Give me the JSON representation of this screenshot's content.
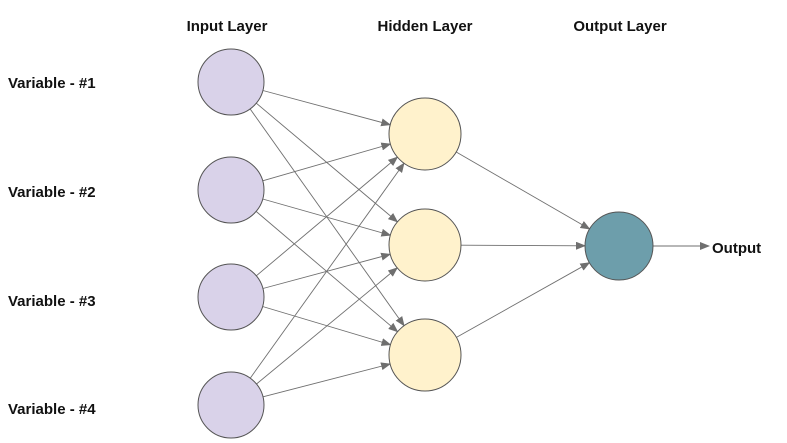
{
  "layers": {
    "input": {
      "title": "Input Layer",
      "color": "#d9d2e9",
      "nodes": [
        {
          "id": "in1",
          "label": "Variable - #1"
        },
        {
          "id": "in2",
          "label": "Variable - #2"
        },
        {
          "id": "in3",
          "label": "Variable - #3"
        },
        {
          "id": "in4",
          "label": "Variable - #4"
        }
      ]
    },
    "hidden": {
      "title": "Hidden Layer",
      "color": "#fff2cc",
      "nodes": [
        {
          "id": "h1"
        },
        {
          "id": "h2"
        },
        {
          "id": "h3"
        }
      ]
    },
    "output": {
      "title": "Output Layer",
      "color": "#6d9eab",
      "nodes": [
        {
          "id": "out1",
          "label": "Output"
        }
      ]
    }
  },
  "connections": "fully-connected",
  "edge_color": "#6f6f6f"
}
